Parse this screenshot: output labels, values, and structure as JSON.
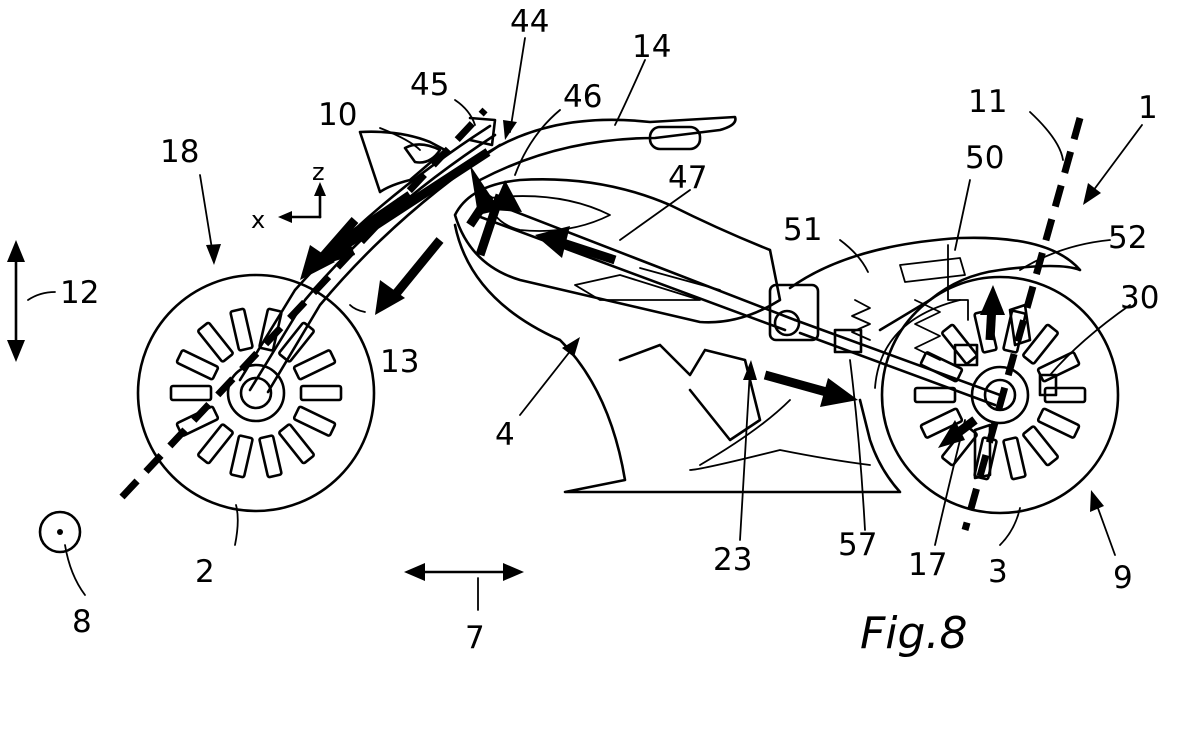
{
  "figure": {
    "caption": "Fig.8",
    "axes": {
      "x_label": "x",
      "z_label": "z"
    },
    "labels": [
      {
        "id": "ref-44",
        "text": "44"
      },
      {
        "id": "ref-14",
        "text": "14"
      },
      {
        "id": "ref-45",
        "text": "45"
      },
      {
        "id": "ref-46",
        "text": "46"
      },
      {
        "id": "ref-10",
        "text": "10"
      },
      {
        "id": "ref-11",
        "text": "11"
      },
      {
        "id": "ref-1",
        "text": "1"
      },
      {
        "id": "ref-18",
        "text": "18"
      },
      {
        "id": "ref-50",
        "text": "50"
      },
      {
        "id": "ref-47",
        "text": "47"
      },
      {
        "id": "ref-51",
        "text": "51"
      },
      {
        "id": "ref-52",
        "text": "52"
      },
      {
        "id": "ref-12",
        "text": "12"
      },
      {
        "id": "ref-30",
        "text": "30"
      },
      {
        "id": "ref-13",
        "text": "13"
      },
      {
        "id": "ref-4",
        "text": "4"
      },
      {
        "id": "ref-23",
        "text": "23"
      },
      {
        "id": "ref-57",
        "text": "57"
      },
      {
        "id": "ref-17",
        "text": "17"
      },
      {
        "id": "ref-2",
        "text": "2"
      },
      {
        "id": "ref-3",
        "text": "3"
      },
      {
        "id": "ref-9",
        "text": "9"
      },
      {
        "id": "ref-8",
        "text": "8"
      },
      {
        "id": "ref-7",
        "text": "7"
      }
    ]
  }
}
